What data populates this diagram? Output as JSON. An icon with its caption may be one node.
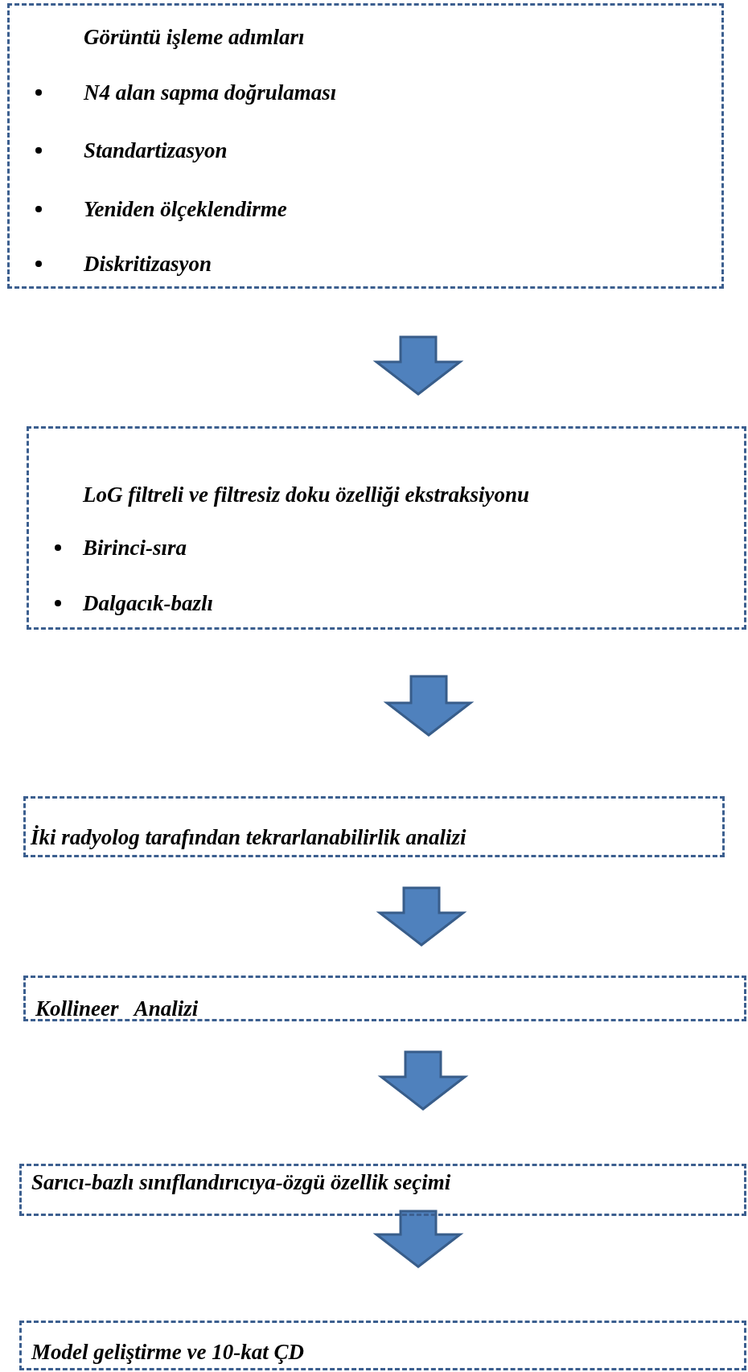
{
  "diagram": {
    "nodes": [
      {
        "text": [
          "Görüntü işleme adımları",
          "N4 alan sapma doğrulaması",
          "Standartizasyon",
          "Yeniden ölçeklendirme",
          "Diskritizasyon"
        ]
      },
      {
        "text": [
          "LoG filtreli ve filtresiz doku özelliği ekstraksiyonu",
          "Birinci-sıra",
          "Dalgacık-bazlı"
        ]
      },
      {
        "text": [
          "İki radyolog tarafından tekrarlanabilirlik analizi"
        ]
      },
      {
        "text": [
          "Kollineer   Analizi"
        ]
      },
      {
        "text": [
          "Sarıcı-bazlı sınıflandırıcıya-özgü özellik seçimi"
        ]
      },
      {
        "text": [
          "Model geliştirme ve 10-kat ÇD"
        ]
      }
    ],
    "edges": [
      {
        "from": 0,
        "to": 1,
        "arrow": "to"
      },
      {
        "from": 1,
        "to": 2,
        "arrow": "to"
      },
      {
        "from": 2,
        "to": 3,
        "arrow": "to"
      },
      {
        "from": 3,
        "to": 4,
        "arrow": "to"
      },
      {
        "from": 4,
        "to": 5,
        "arrow": "to"
      }
    ]
  }
}
